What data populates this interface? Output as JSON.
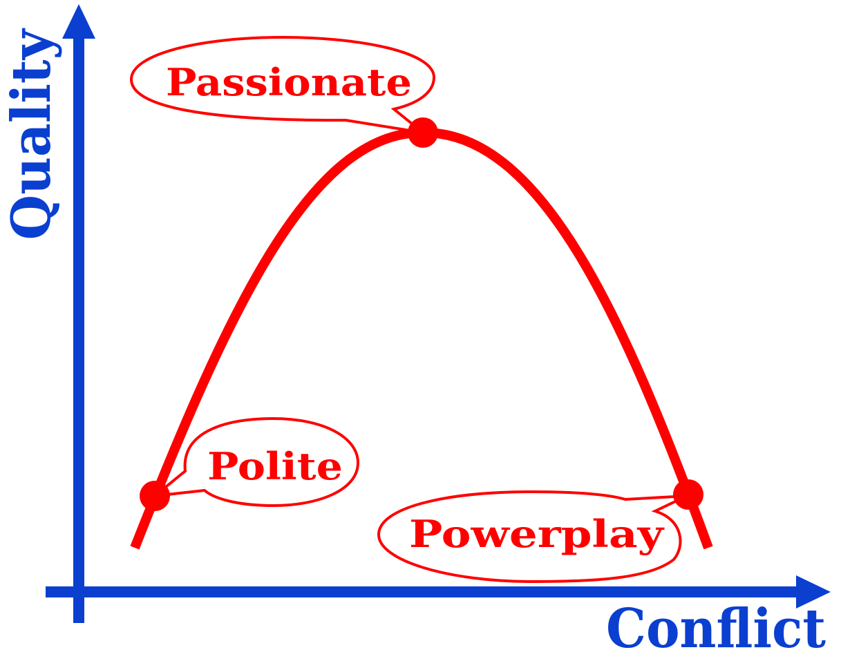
{
  "axes": {
    "x_label": "Conflict",
    "y_label": "Quality"
  },
  "points": {
    "polite": "Polite",
    "passionate": "Passionate",
    "powerplay": "Powerplay"
  },
  "colors": {
    "axis": "#0a3fd0",
    "curve": "#ff0000",
    "background": "#ffffff"
  }
}
